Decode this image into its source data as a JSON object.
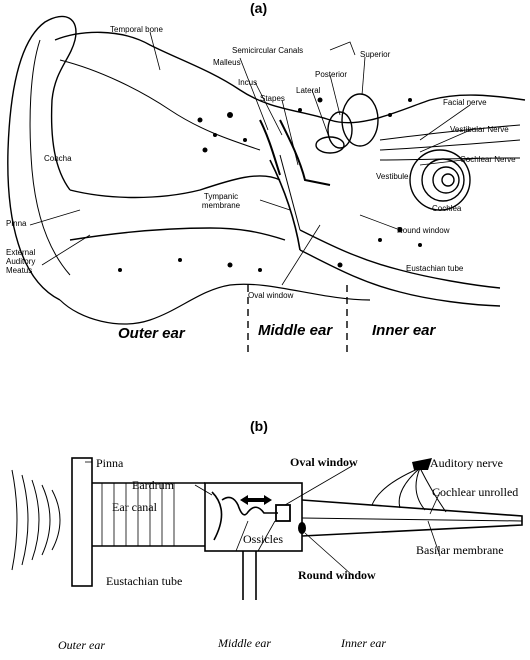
{
  "panel_a": {
    "title": "(a)",
    "labels": {
      "temporal_bone": "Temporal bone",
      "semicircular_canals": "Semicircular Canals",
      "malleus": "Malleus",
      "incus": "Incus",
      "superior": "Superior",
      "posterior": "Posterior",
      "lateral": "Lateral",
      "stapes": "Stapes",
      "facial_nerve": "Facial nerve",
      "vestibular_nerve": "Vestibular Nerve",
      "cochlear_nerve": "Cochlear Nerve",
      "concha": "Concha",
      "vestibule": "Vestibule",
      "tympanic_membrane": "Tympanic membrane",
      "cochlea": "Cochlea",
      "pinna": "Pinna",
      "round_window": "Round window",
      "external_auditory_meatus": "External Auditory Meatus",
      "eustachian_tube": "Eustachian tube",
      "oval_window": "Oval window"
    },
    "zones": {
      "outer": "Outer ear",
      "middle": "Middle ear",
      "inner": "Inner ear"
    }
  },
  "panel_b": {
    "title": "(b)",
    "labels": {
      "pinna": "Pinna",
      "oval_window": "Oval window",
      "auditory_nerve": "Auditory nerve",
      "eardrum": "Eardrum",
      "cochlear_unrolled": "Cochlear unrolled",
      "ear_canal": "Ear canal",
      "ossicles": "Ossicles",
      "basilar_membrane": "Basilar membrane",
      "round_window": "Round window",
      "eustachian_tube": "Eustachian tube"
    },
    "zones": {
      "outer": "Outer ear",
      "middle": "Middle ear",
      "inner": "Inner ear"
    }
  }
}
